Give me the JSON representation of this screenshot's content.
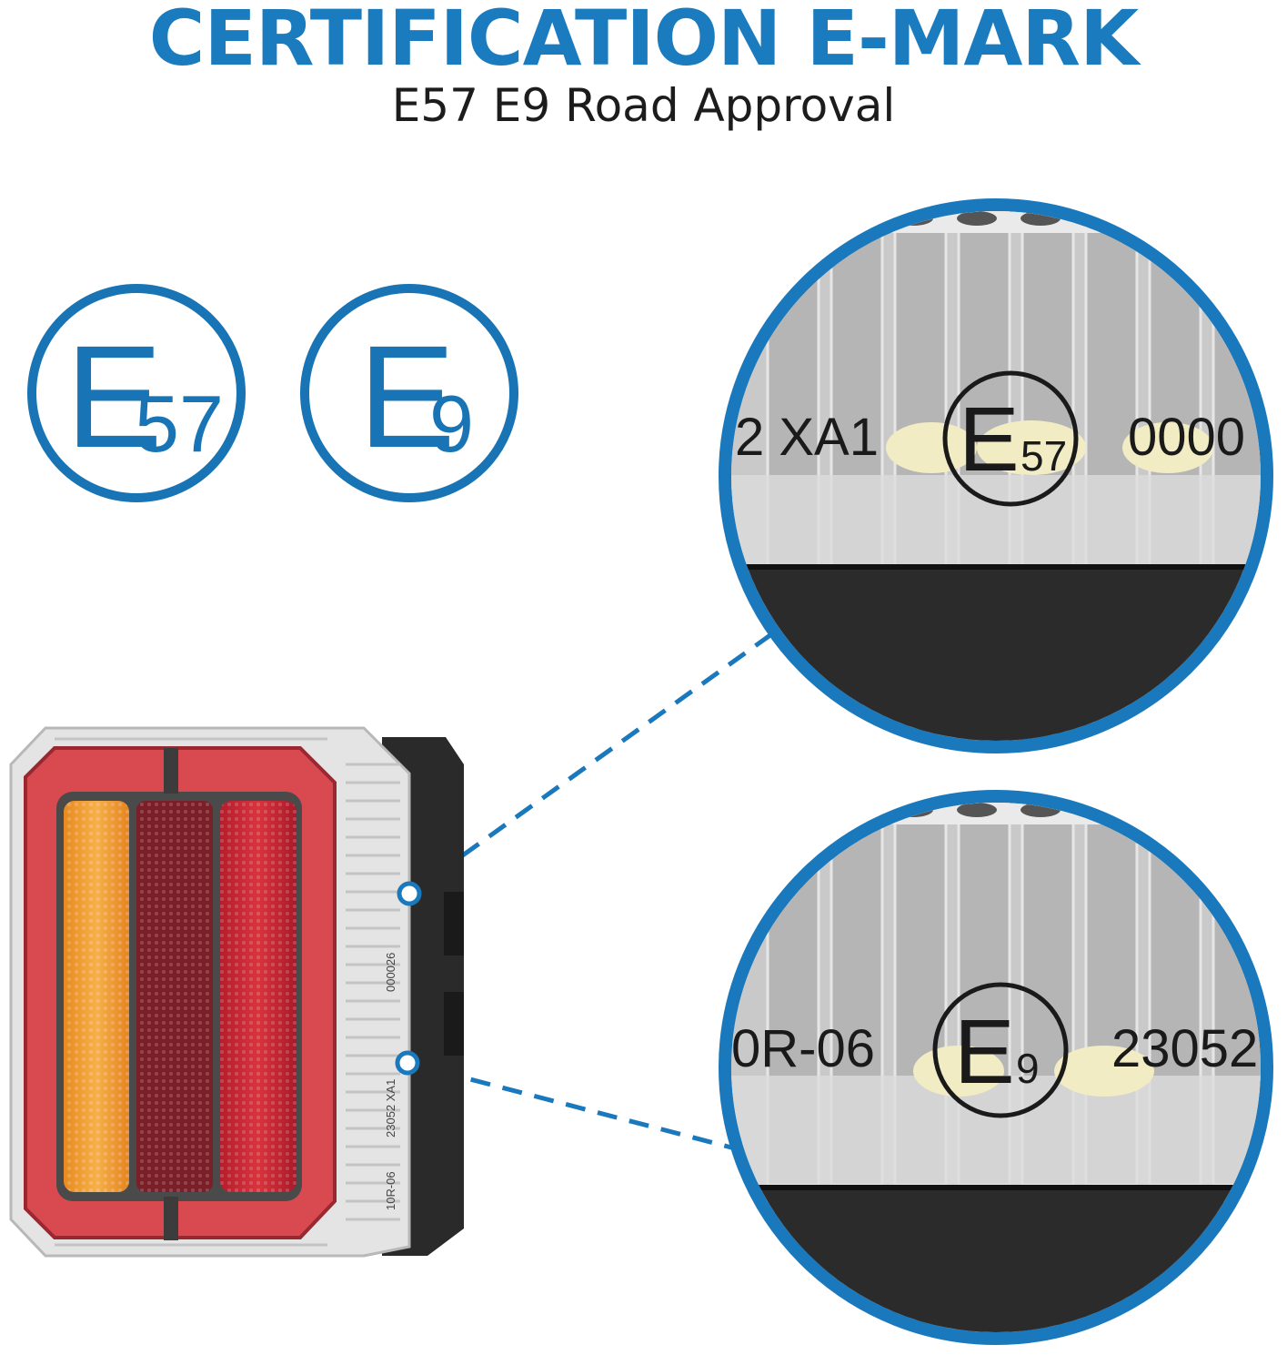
{
  "header": {
    "title": "CERTIFICATION E-MARK",
    "subtitle": "E57 E9 Road Approval"
  },
  "badges": [
    {
      "letter": "E",
      "number": "57"
    },
    {
      "letter": "E",
      "number": "9"
    }
  ],
  "zoom_top": {
    "left_text": "2 XA1",
    "mark_letter": "E",
    "mark_number": "57",
    "right_text": "0000"
  },
  "zoom_bottom": {
    "left_text": "0R-06",
    "mark_letter": "E",
    "mark_number": "9",
    "right_text": "23052"
  },
  "lamp_marking": {
    "line1": "10R-06",
    "line2": "23052 XA1",
    "line3": "000026"
  },
  "colors": {
    "accent": "#1a7cbf",
    "amber": "#f0a030",
    "red": "#c8283a",
    "dark_red": "#6e1a22"
  }
}
